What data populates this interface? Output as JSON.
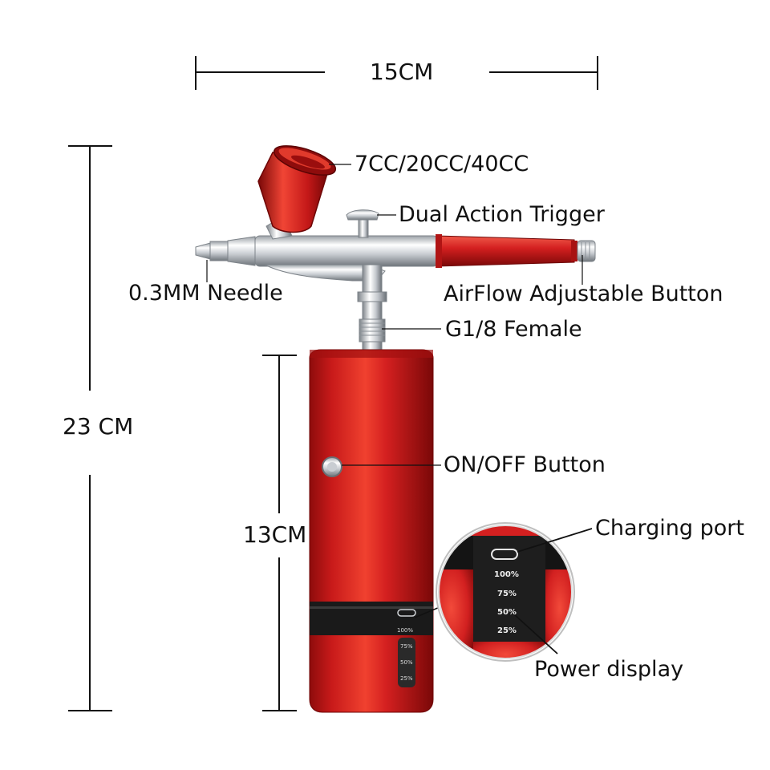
{
  "dimensions": {
    "width_label": "15CM",
    "height_label": "23 CM",
    "body_label": "13CM"
  },
  "callouts": {
    "cup": "7CC/20CC/40CC",
    "trigger": "Dual Action Trigger",
    "needle": "0.3MM Needle",
    "airflow": "AirFlow Adjustable Button",
    "connector": "G1/8 Female",
    "power_button": "ON/OFF Button",
    "charging_port": "Charging port",
    "power_display": "Power display"
  },
  "battery_levels": [
    "100%",
    "75%",
    "50%",
    "25%"
  ],
  "colors": {
    "body_red": "#d42020",
    "dark_red": "#8e0c0c",
    "chrome": "#c9cdd2",
    "band": "#1a1a1a"
  }
}
